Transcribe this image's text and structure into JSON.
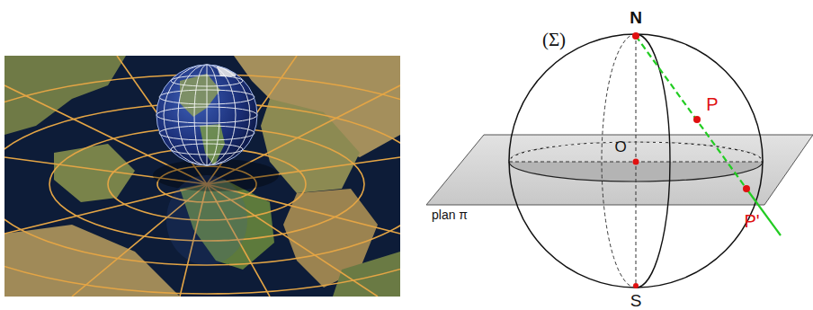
{
  "diagram": {
    "labels": [
      "(Σ)",
      "N",
      "P",
      "O",
      "P'",
      "S",
      "plan π"
    ]
  }
}
